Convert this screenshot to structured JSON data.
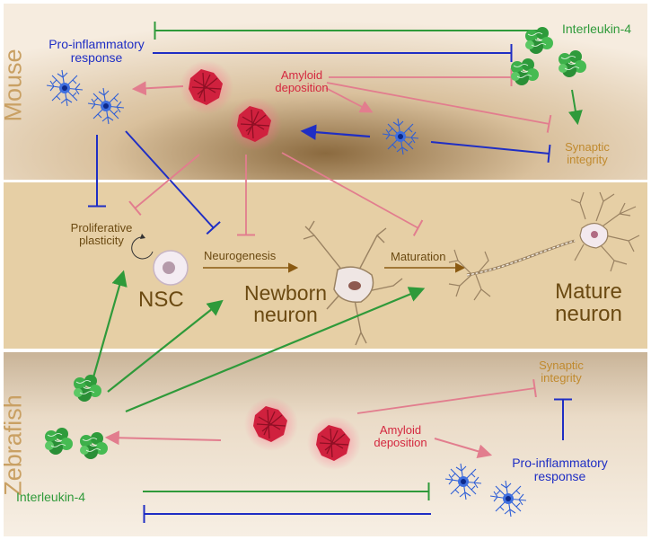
{
  "panels": {
    "mouse": "Mouse",
    "zebrafish": "Zebrafish"
  },
  "mouse": {
    "interleukin": "Interleukin-4",
    "proinflammatory": "Pro-inflammatory\nresponse",
    "amyloid": "Amyloid\ndeposition",
    "synaptic": "Synaptic\nintegrity"
  },
  "middle": {
    "proliferative": "Proliferative\nplasticity",
    "nsc": "NSC",
    "neurogenesis": "Neurogenesis",
    "newborn": "Newborn\nneuron",
    "maturation": "Maturation",
    "mature": "Mature\nneuron"
  },
  "zebrafish": {
    "synaptic": "Synaptic\nintegrity",
    "amyloid": "Amyloid\ndeposition",
    "proinflammatory": "Pro-inflammatory\nresponse",
    "interleukin": "Interleukin-4"
  },
  "colors": {
    "green": "#2f9a3a",
    "blue": "#1f2ec4",
    "pink": "#e27d8e",
    "brown": "#8a5a12",
    "amyloid_text": "#d4283f",
    "synaptic_text": "#c08a2e"
  }
}
